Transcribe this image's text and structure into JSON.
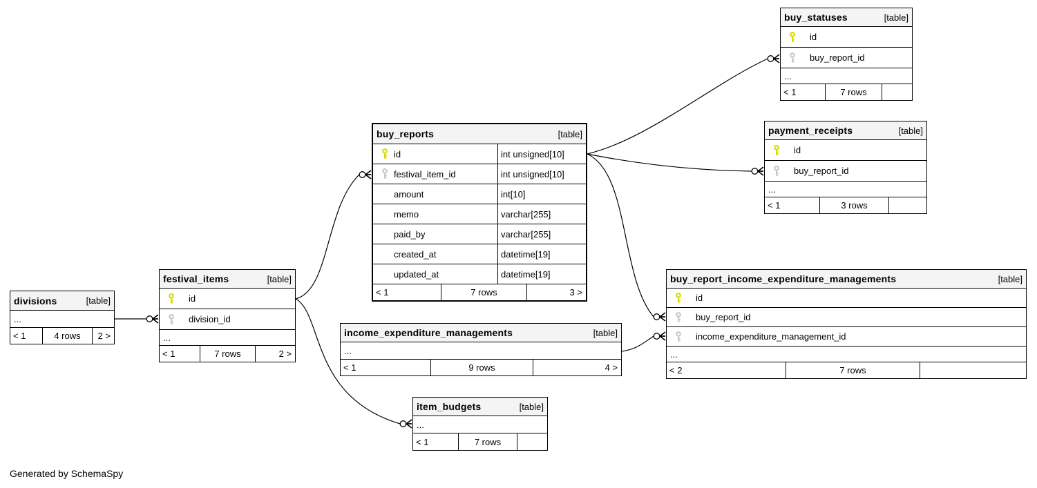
{
  "diagram": {
    "generator_note": "Generated by SchemaSpy"
  },
  "colors": {
    "header_bg": "#f4f4f4",
    "border": "#000000",
    "primary_key": "#d9d900",
    "foreign_key": "#c8c8c8",
    "relationship_line": "#000000",
    "background": "#ffffff"
  },
  "tables": {
    "buy_statuses": {
      "title": "buy_statuses",
      "tag": "[table]",
      "columns": [
        {
          "name": "id",
          "key": "primary"
        },
        {
          "name": "buy_report_id",
          "key": "foreign"
        }
      ],
      "ellipsis": "...",
      "footer": {
        "parents": "< 1",
        "rows": "7 rows",
        "children": ""
      }
    },
    "payment_receipts": {
      "title": "payment_receipts",
      "tag": "[table]",
      "columns": [
        {
          "name": "id",
          "key": "primary"
        },
        {
          "name": "buy_report_id",
          "key": "foreign"
        }
      ],
      "ellipsis": "...",
      "footer": {
        "parents": "< 1",
        "rows": "3 rows",
        "children": ""
      }
    },
    "buy_reports": {
      "title": "buy_reports",
      "tag": "[table]",
      "columns": [
        {
          "name": "id",
          "type": "int unsigned[10]",
          "key": "primary"
        },
        {
          "name": "festival_item_id",
          "type": "int unsigned[10]",
          "key": "foreign"
        },
        {
          "name": "amount",
          "type": "int[10]",
          "key": ""
        },
        {
          "name": "memo",
          "type": "varchar[255]",
          "key": ""
        },
        {
          "name": "paid_by",
          "type": "varchar[255]",
          "key": ""
        },
        {
          "name": "created_at",
          "type": "datetime[19]",
          "key": ""
        },
        {
          "name": "updated_at",
          "type": "datetime[19]",
          "key": ""
        }
      ],
      "footer": {
        "parents": "< 1",
        "rows": "7 rows",
        "children": "3 >"
      }
    },
    "buy_report_income_expenditure_managements": {
      "title": "buy_report_income_expenditure_managements",
      "tag": "[table]",
      "columns": [
        {
          "name": "id",
          "key": "primary"
        },
        {
          "name": "buy_report_id",
          "key": "foreign"
        },
        {
          "name": "income_expenditure_management_id",
          "key": "foreign"
        }
      ],
      "ellipsis": "...",
      "footer": {
        "parents": "< 2",
        "rows": "7 rows",
        "children": ""
      }
    },
    "income_expenditure_managements": {
      "title": "income_expenditure_managements",
      "tag": "[table]",
      "ellipsis": "...",
      "footer": {
        "parents": "< 1",
        "rows": "9 rows",
        "children": "4 >"
      }
    },
    "item_budgets": {
      "title": "item_budgets",
      "tag": "[table]",
      "ellipsis": "...",
      "footer": {
        "parents": "< 1",
        "rows": "7 rows",
        "children": ""
      }
    },
    "festival_items": {
      "title": "festival_items",
      "tag": "[table]",
      "columns": [
        {
          "name": "id",
          "key": "primary"
        },
        {
          "name": "division_id",
          "key": "foreign"
        }
      ],
      "ellipsis": "...",
      "footer": {
        "parents": "< 1",
        "rows": "7 rows",
        "children": "2 >"
      }
    },
    "divisions": {
      "title": "divisions",
      "tag": "[table]",
      "ellipsis": "...",
      "footer": {
        "parents": "< 1",
        "rows": "4 rows",
        "children": "2 >"
      }
    }
  },
  "relationships": [
    {
      "from": "buy_reports.id",
      "to": "buy_statuses.buy_report_id"
    },
    {
      "from": "buy_reports.id",
      "to": "payment_receipts.buy_report_id"
    },
    {
      "from": "buy_reports.id",
      "to": "buy_report_income_expenditure_managements.buy_report_id"
    },
    {
      "from": "income_expenditure_managements",
      "to": "buy_report_income_expenditure_managements.income_expenditure_management_id"
    },
    {
      "from": "festival_items.id",
      "to": "buy_reports.festival_item_id"
    },
    {
      "from": "festival_items.id",
      "to": "item_budgets"
    },
    {
      "from": "divisions",
      "to": "festival_items.division_id"
    }
  ]
}
